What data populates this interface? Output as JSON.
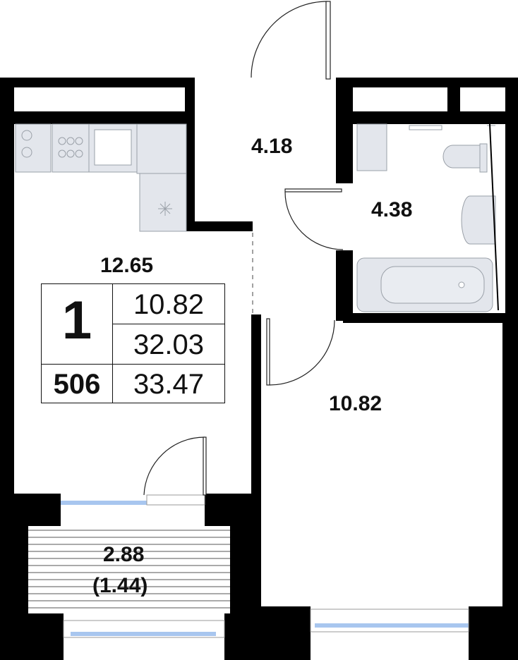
{
  "apartment": {
    "rooms_count": "1",
    "number": "506",
    "living_area": "10.82",
    "total_area": "32.03",
    "total_area_with_balcony": "33.47"
  },
  "rooms": {
    "kitchen_living": "12.65",
    "hall": "4.18",
    "bathroom": "4.38",
    "bedroom": "10.82",
    "balcony": "2.88",
    "balcony_reduced": "(1.44)"
  },
  "colors": {
    "wall": "#000000",
    "fixture_fill": "#e3e6ec",
    "fixture_stroke": "#9aa0a8",
    "window": "#a8c6ef",
    "line": "#333333"
  }
}
